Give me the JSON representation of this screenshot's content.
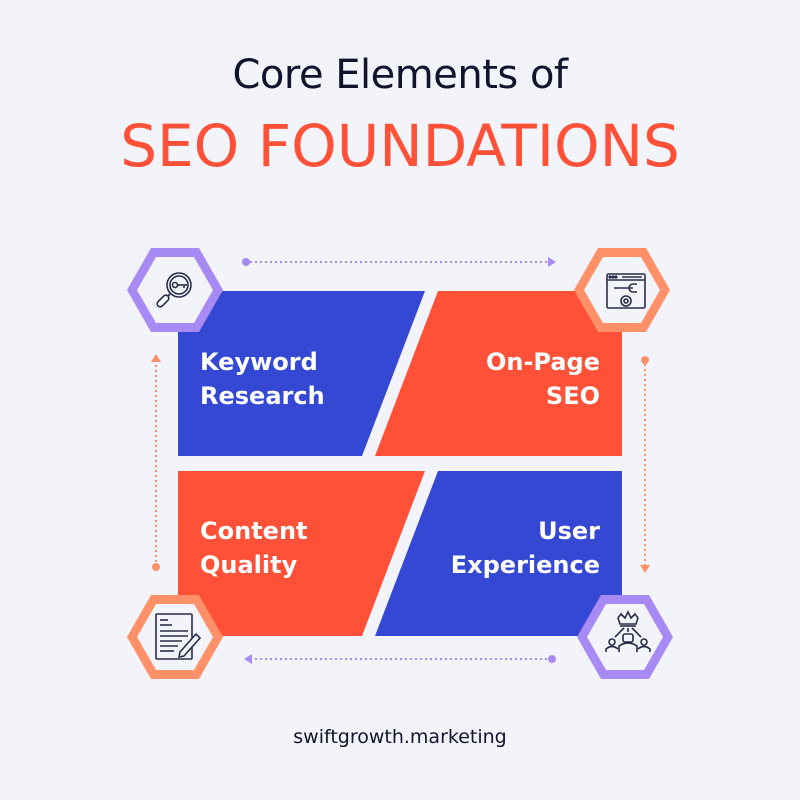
{
  "header": {
    "line1": "Core Elements of",
    "line2": "SEO FOUNDATIONS"
  },
  "colors": {
    "background": "#f3f4fa",
    "blue": "#3548d4",
    "red": "#ff5138",
    "purple": "#a88af5",
    "orange": "#ff9068",
    "dark": "#12142e"
  },
  "elements": [
    {
      "label_line1": "Keyword",
      "label_line2": "Research",
      "icon": "magnifier-key-icon",
      "color": "blue"
    },
    {
      "label_line1": "On-Page",
      "label_line2": "SEO",
      "icon": "browser-settings-icon",
      "color": "red"
    },
    {
      "label_line1": "Content",
      "label_line2": "Quality",
      "icon": "document-pen-icon",
      "color": "red"
    },
    {
      "label_line1": "User",
      "label_line2": "Experience",
      "icon": "users-crown-icon",
      "color": "blue"
    }
  ],
  "footer": {
    "text": "swiftgrowth.marketing"
  }
}
